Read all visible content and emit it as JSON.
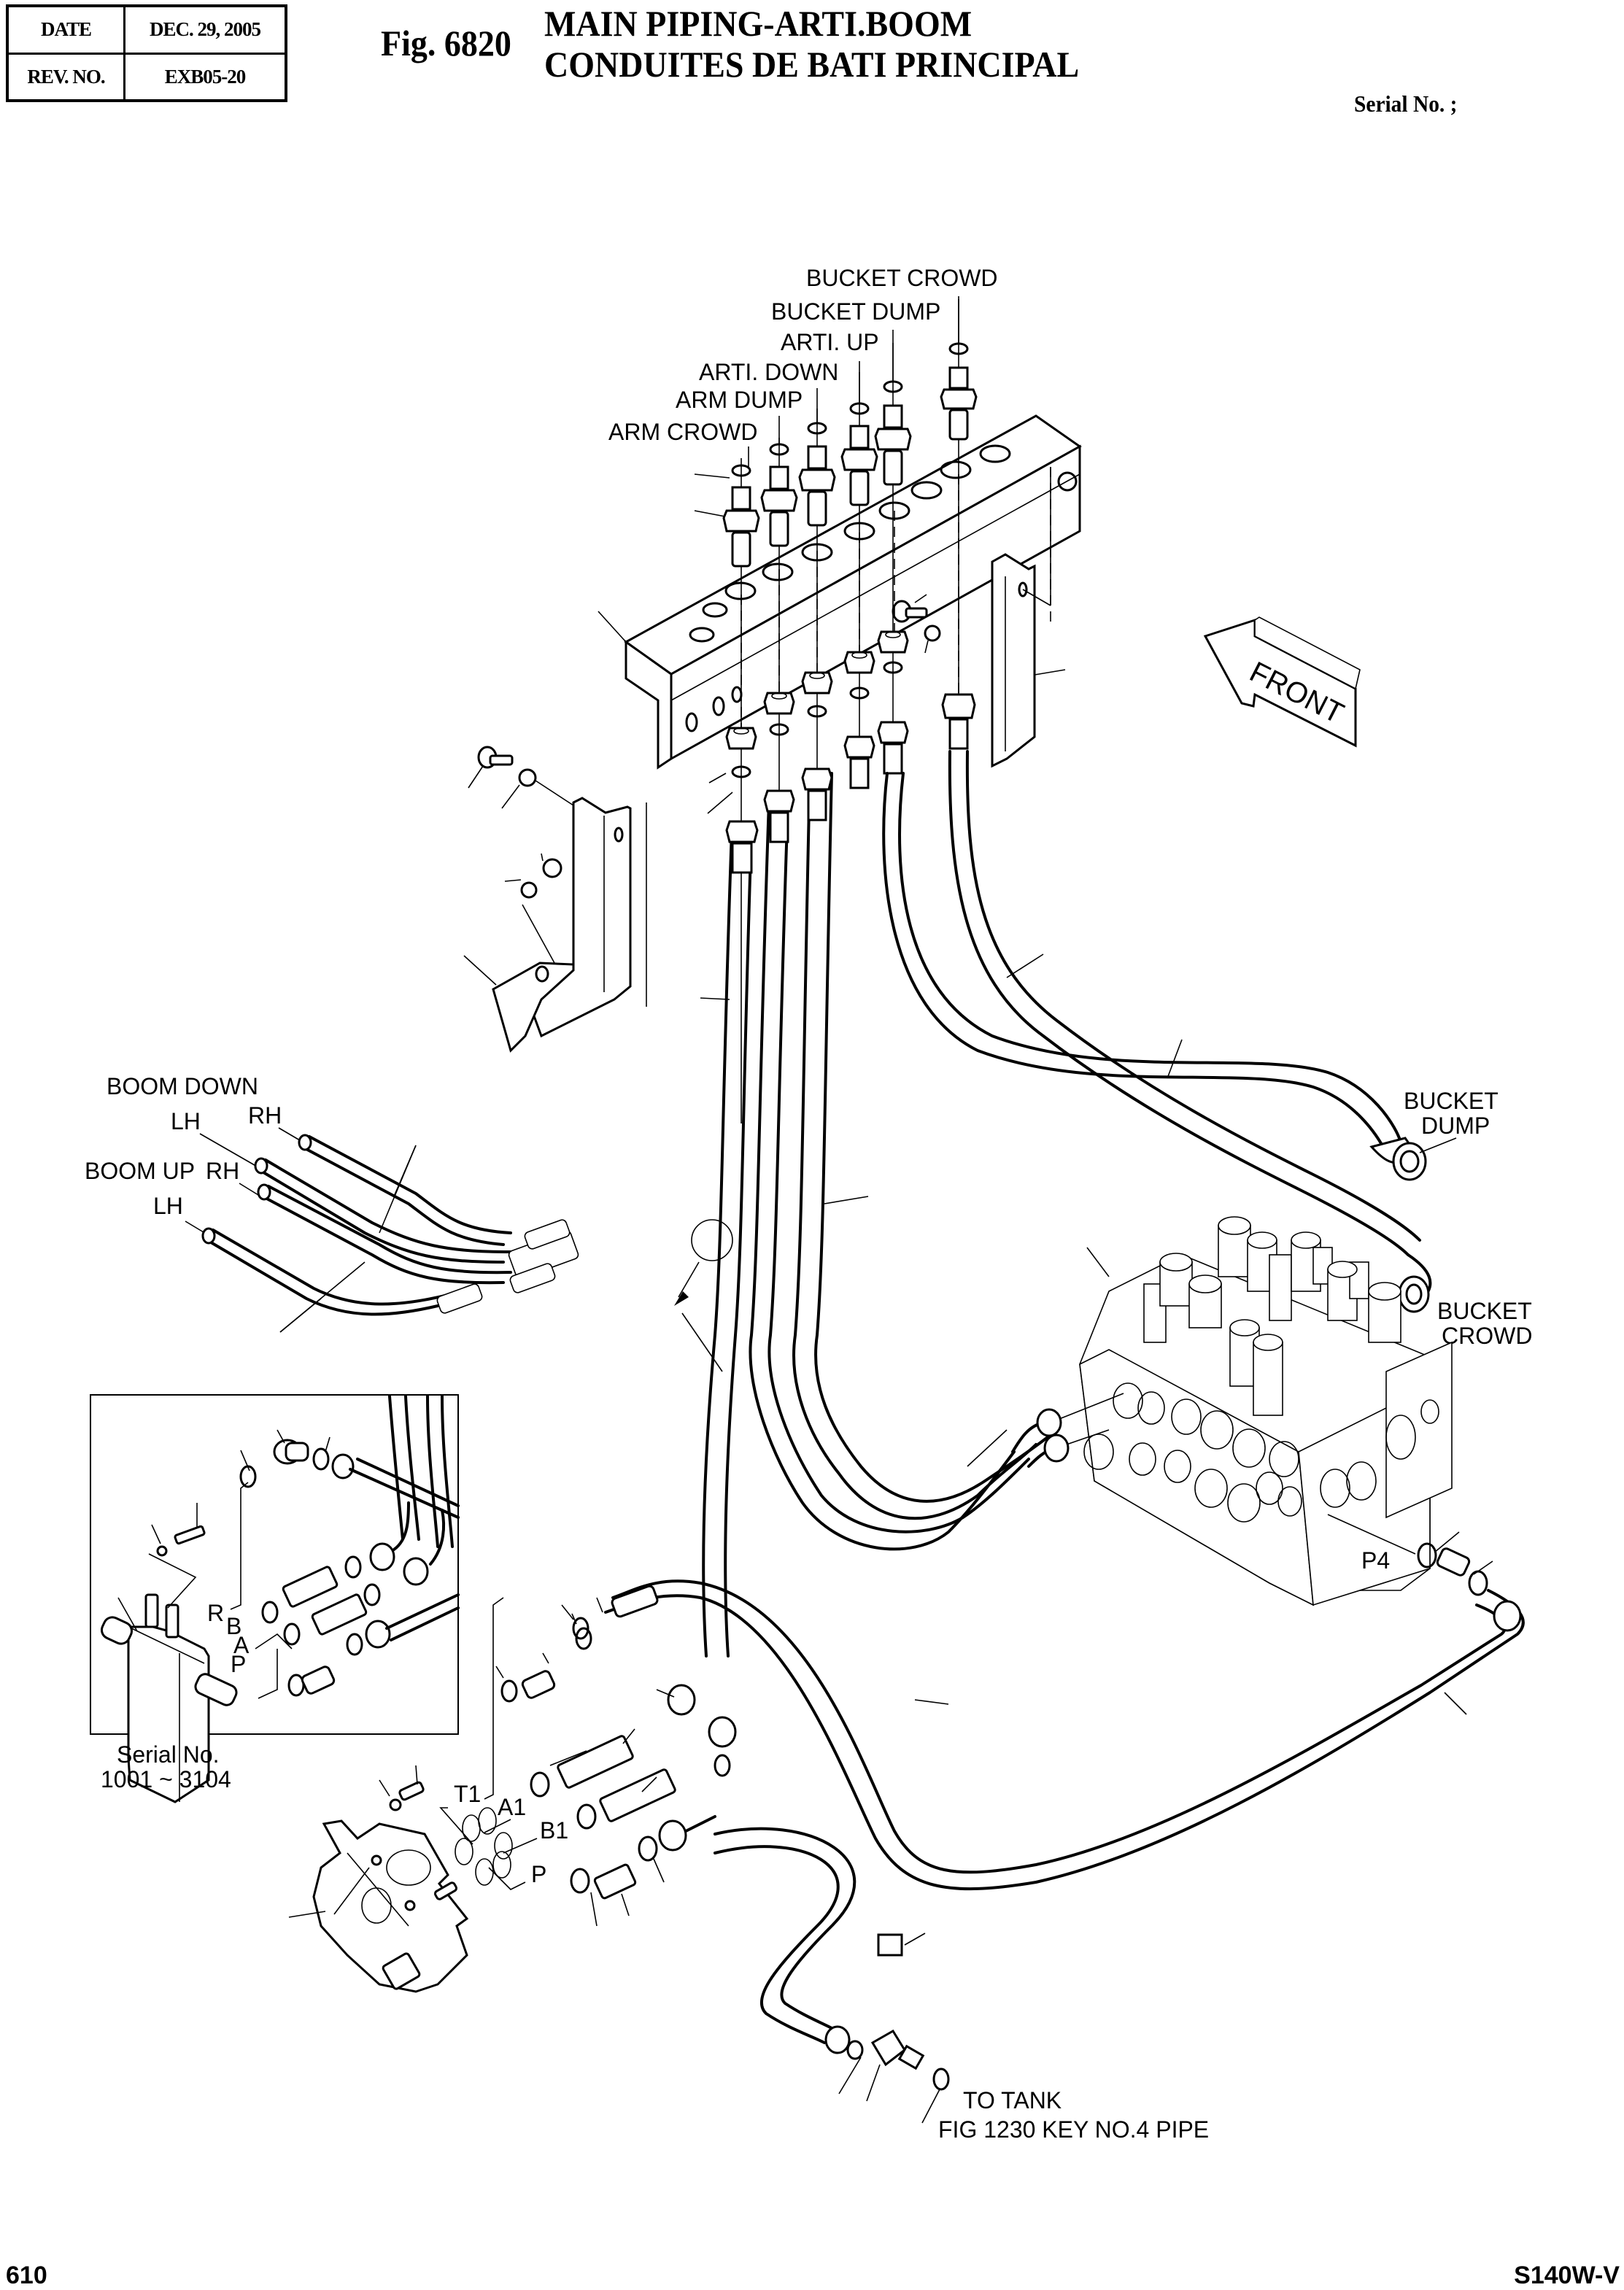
{
  "header": {
    "date_label": "DATE",
    "date_value": "DEC. 29, 2005",
    "rev_label": "REV. NO.",
    "rev_value": "EXB05-20",
    "figure_number": "Fig. 6820",
    "title_en": "MAIN PIPING-ARTI.BOOM",
    "title_fr": "CONDUITES DE BATI PRINCIPAL",
    "serial_label": "Serial No. ;"
  },
  "labels": {
    "bucket_crowd_top": "BUCKET  CROWD",
    "bucket_dump_top": "BUCKET DUMP",
    "arti_up": "ARTI. UP",
    "arti_down": "ARTI.  DOWN",
    "arm_dump": "ARM  DUMP",
    "arm_crowd": "ARM  CROWD",
    "front_arrow": "FRONT",
    "boom_down": "BOOM DOWN",
    "boom_down_lh": "LH",
    "boom_down_rh": "RH",
    "boom_up": "BOOM UP",
    "boom_up_rh": "RH",
    "boom_up_lh": "LH",
    "bucket_dump_right_1": "BUCKET",
    "bucket_dump_right_2": "DUMP",
    "bucket_crowd_right_1": "BUCKET",
    "bucket_crowd_right_2": "CROWD",
    "port_p4": "P4",
    "inset_port_r": "R",
    "inset_port_b": "B",
    "inset_port_a": "A",
    "inset_port_p": "P",
    "inset_serial_1": "Serial No.",
    "inset_serial_2": "1001 ~ 3104",
    "valve_port_t1": "T1",
    "valve_port_a1": "A1",
    "valve_port_b1": "B1",
    "valve_port_p": "P",
    "to_tank_1": "TO TANK",
    "to_tank_2": "FIG 1230 KEY NO.4 PIPE"
  },
  "footer": {
    "page_number": "610",
    "model": "S140W-V"
  }
}
